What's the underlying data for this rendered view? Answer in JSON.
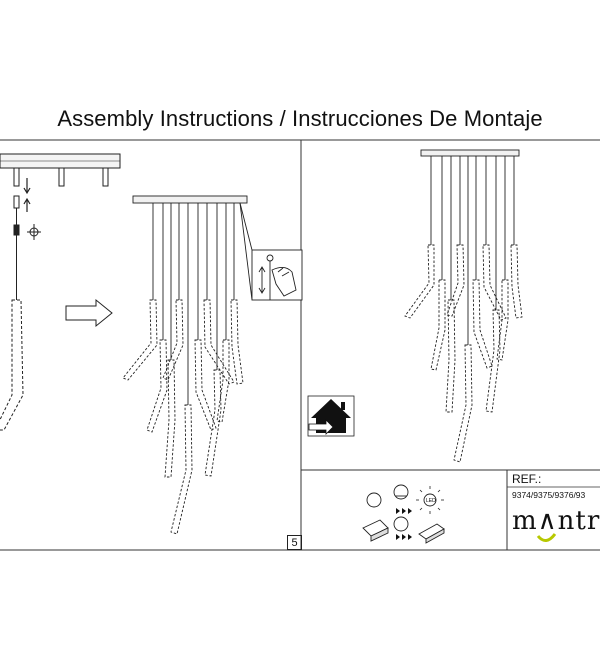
{
  "header": {
    "title": "Assembly Instructions / Instrucciones De Montaje"
  },
  "footer": {
    "page_number": "5"
  },
  "ref_box": {
    "label": "REF.:",
    "codes": "9374/9375/9376/93"
  },
  "brand": {
    "name": "m∧ntr"
  },
  "icons": {
    "led": "LED"
  }
}
